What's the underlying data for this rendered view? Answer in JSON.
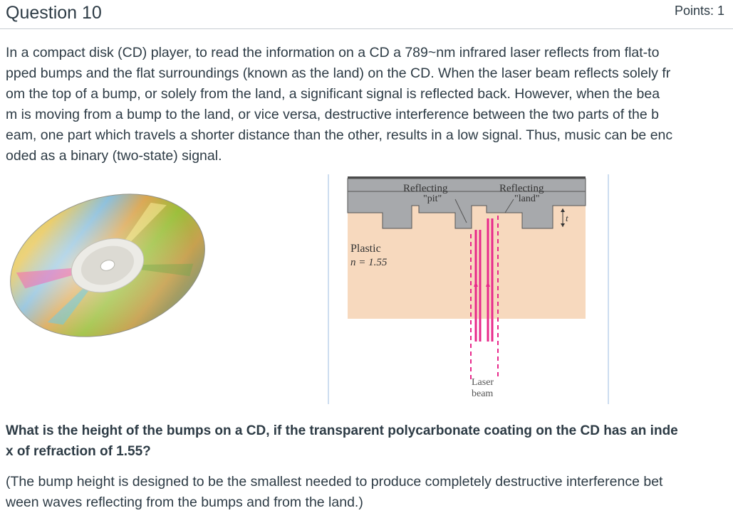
{
  "question": {
    "title": "Question 10",
    "points": "Points: 1",
    "intro_lines": [
      "In a compact disk (CD) player, to read the information on a CD a 789~nm infrared laser reflects from flat-to",
      "pped bumps and the flat surroundings (known as the land) on the CD. When the laser beam reflects solely fr",
      "om the top of a bump, or solely from the land, a significant signal is reflected back. However, when the bea",
      "m is moving from a bump to the land, or vice versa, destructive interference between the two parts of the b",
      "eam, one part which travels a shorter distance than the other, results in a low signal. Thus, music can be enc",
      "oded as a binary (two-state) signal."
    ],
    "prompt_lines": [
      "What is the height of the bumps on a CD, if the transparent polycarbonate coating on the CD has an inde",
      "x of refraction of 1.55?"
    ],
    "note_lines": [
      "(The bump height is designed to be the smallest needed to produce completely destructive interference bet",
      "ween waves reflecting from the bumps and from the land.)"
    ]
  },
  "figure": {
    "label_reflecting_pit_1": "Reflecting",
    "label_reflecting_pit_2": "\"pit\"",
    "label_reflecting_land_1": "Reflecting",
    "label_reflecting_land_2": "\"land\"",
    "label_plastic": "Plastic",
    "label_index": "n = 1.55",
    "label_t": "t",
    "label_laser": "Laser",
    "label_beam": "beam",
    "colors": {
      "plastic": "#f7d9be",
      "metal": "#a7a9ac",
      "beam": "#e8298b"
    }
  }
}
